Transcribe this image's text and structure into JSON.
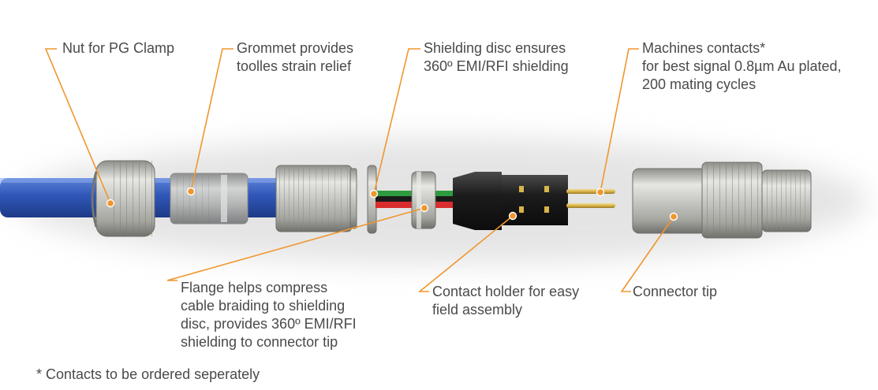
{
  "colors": {
    "leader": "#f0962e",
    "cable": "#2f56b8",
    "metal": "#c8c9c4",
    "grommet": "#b5b7b7",
    "holder": "#1c1c1c",
    "wire_green": "#2e9b3e",
    "wire_red": "#d92d2d",
    "pin": "#d9b44a",
    "text": "#4a4a4a"
  },
  "labels": {
    "nut": [
      "Nut for PG Clamp"
    ],
    "grommet": [
      "Grommet provides",
      "toolles strain relief"
    ],
    "shield_disc": [
      "Shielding disc ensures",
      "360º EMI/RFI shielding"
    ],
    "contacts": [
      "Machines contacts*",
      "for best signal 0.8µm Au plated,",
      "200 mating cycles"
    ],
    "flange": [
      "Flange helps compress",
      "cable braiding to shielding",
      "disc, provides 360º EMI/RFI",
      "shielding to connector tip"
    ],
    "holder": [
      "Contact holder for easy",
      "field assembly"
    ],
    "tip": [
      "Connector tip"
    ]
  },
  "footnote": "* Contacts to be ordered seperately"
}
